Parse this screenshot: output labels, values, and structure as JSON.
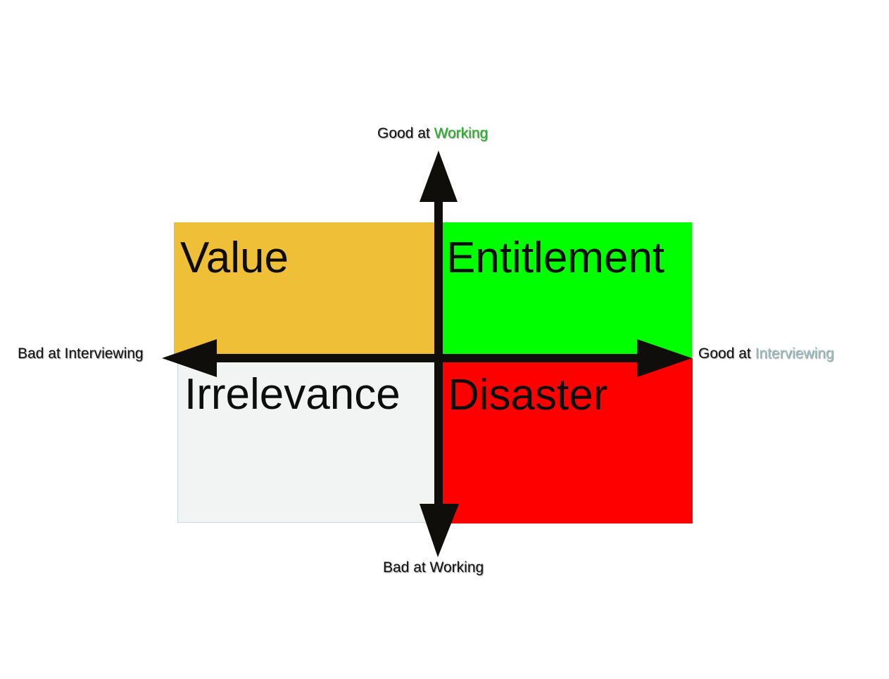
{
  "quadrants": {
    "top_left": {
      "label": "Value",
      "color": "#f0bf38"
    },
    "top_right": {
      "label": "Entitlement",
      "color": "#00ff00"
    },
    "bottom_left": {
      "label": "Irrelevance",
      "color": "#f2f3f3"
    },
    "bottom_right": {
      "label": "Disaster",
      "color": "#ff0000"
    }
  },
  "axes": {
    "top": {
      "prefix": "Good at ",
      "keyword": "Working",
      "keyword_color": "#22b422"
    },
    "bottom": {
      "text": "Bad at Working"
    },
    "left": {
      "text": "Bad at Interviewing"
    },
    "right": {
      "prefix": "Good at ",
      "keyword": "Interviewing",
      "keyword_color": "#9fc2c5"
    },
    "arrow_color": "#100e0a"
  }
}
